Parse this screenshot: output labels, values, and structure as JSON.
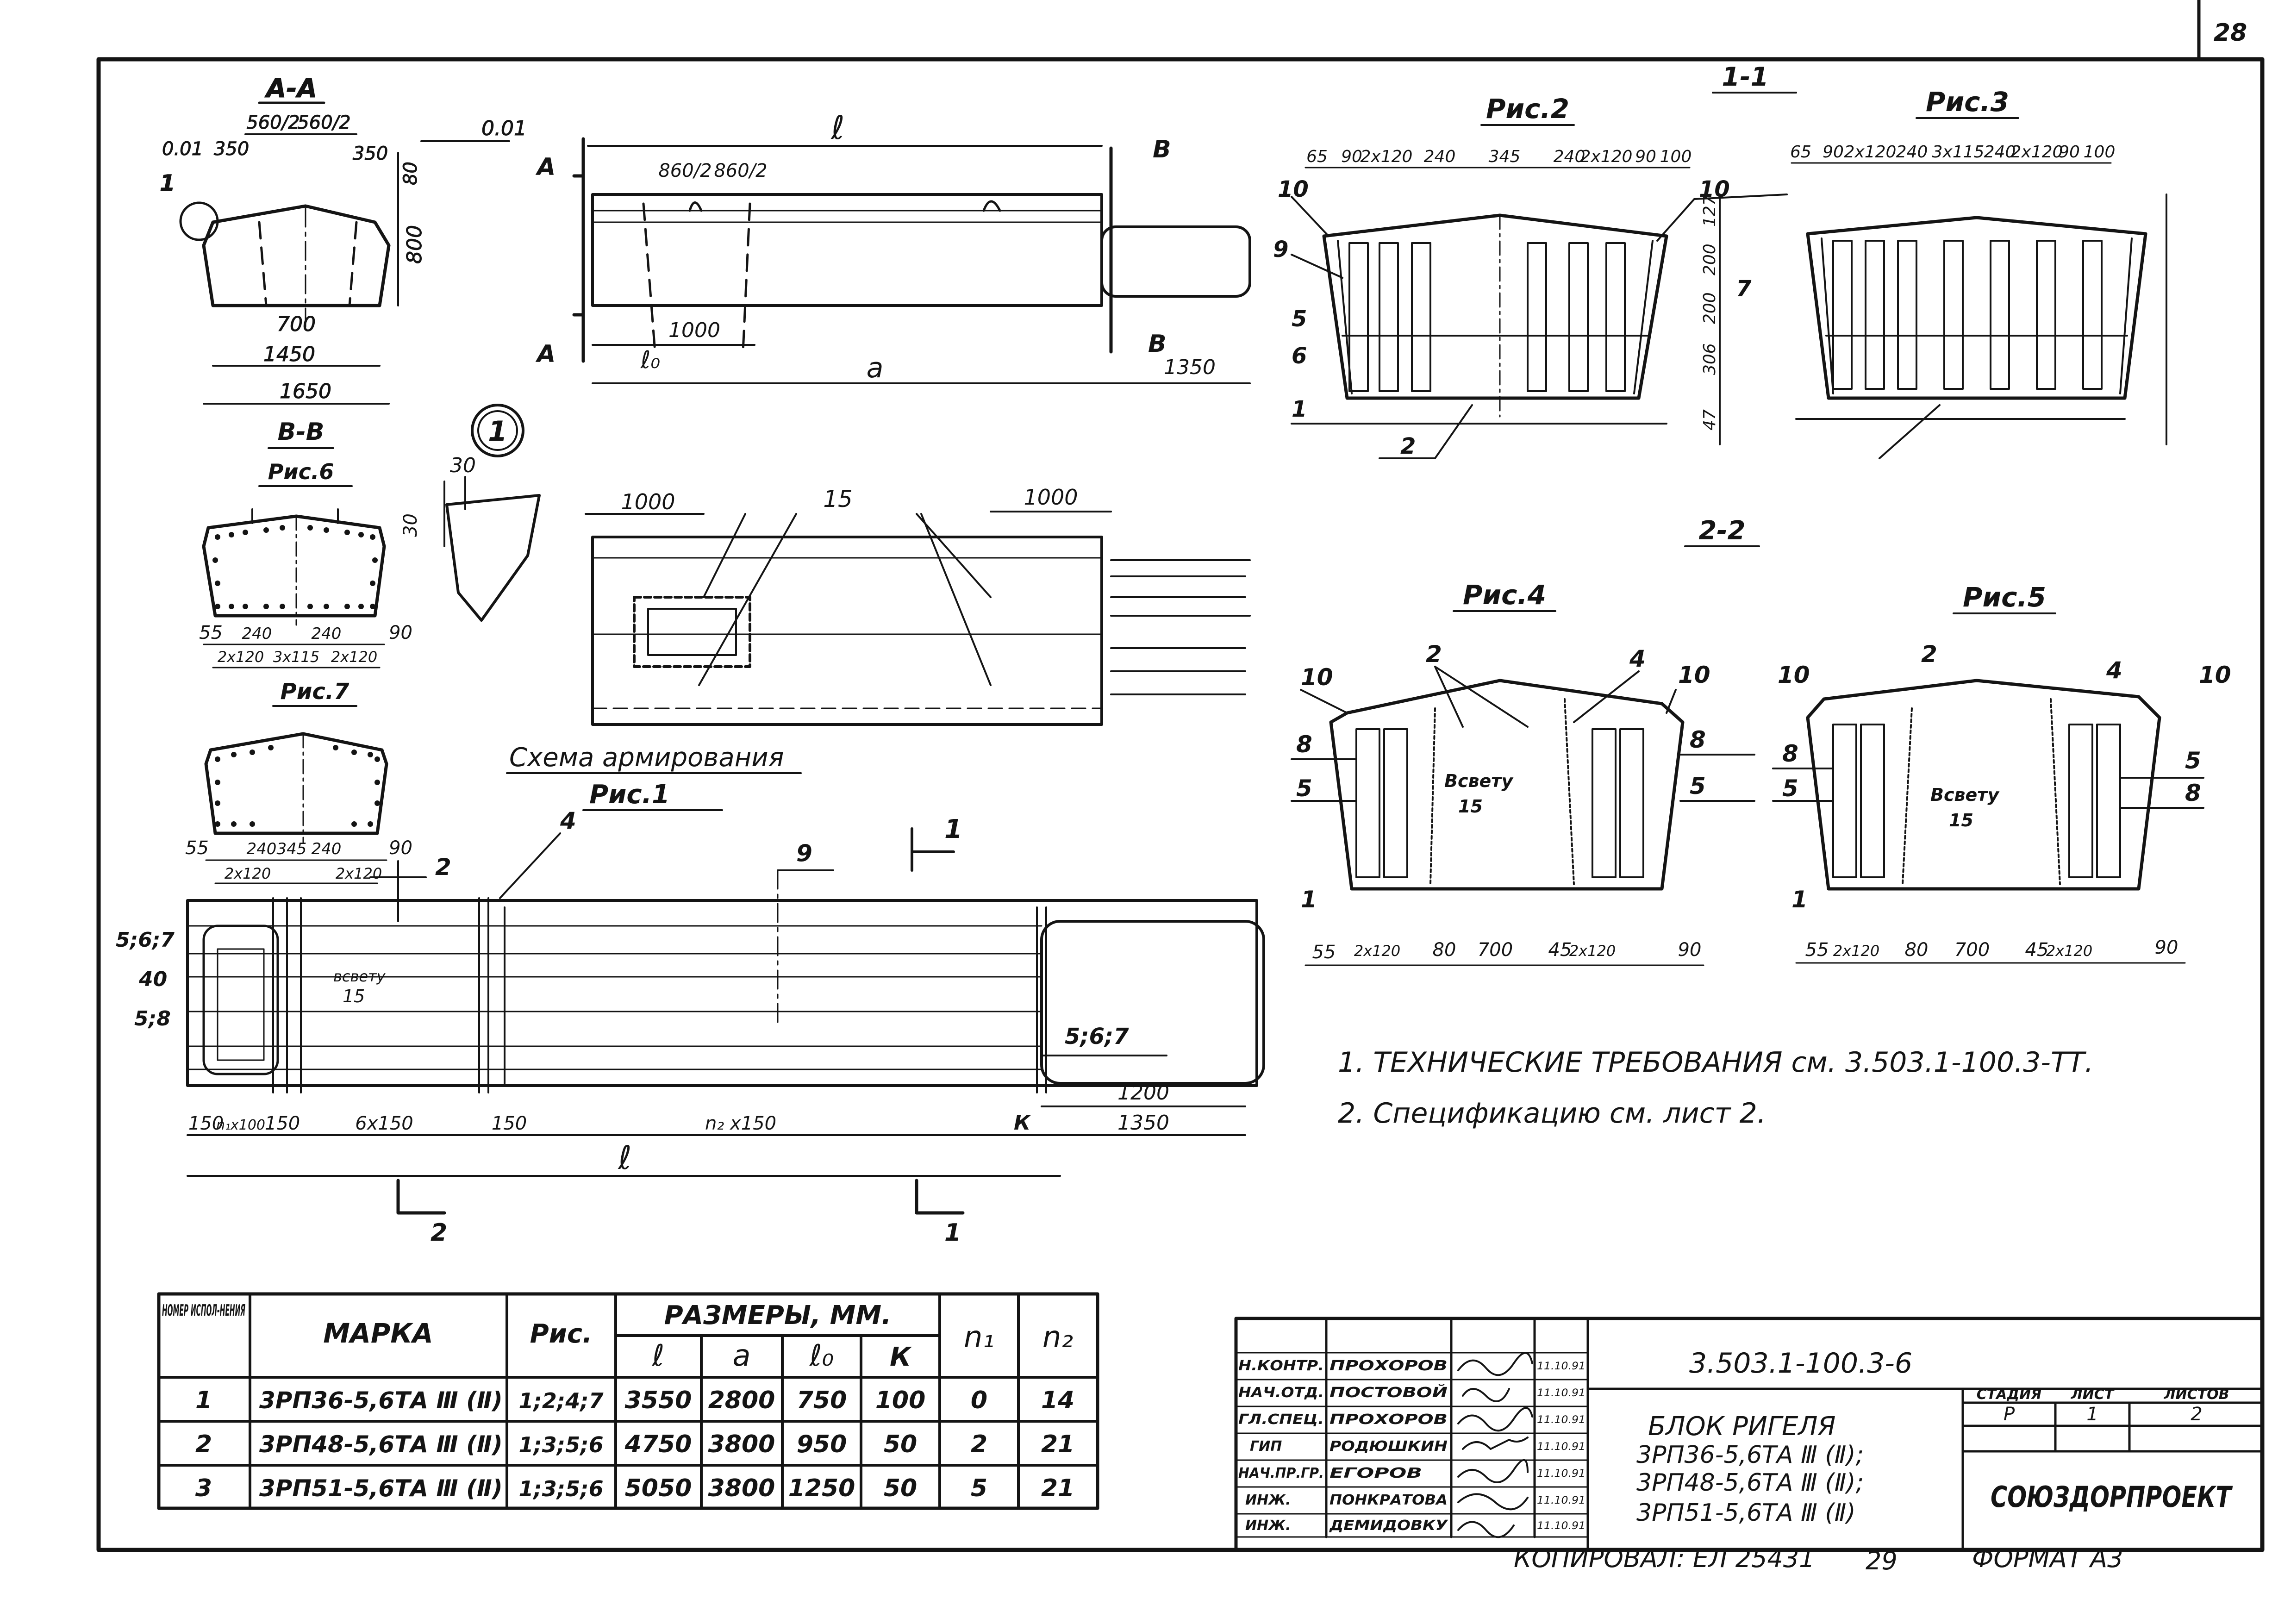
{
  "sheet": {
    "page_number": "28",
    "doc_code": "3.503.1-100.3-6",
    "copied_by": "КОПИРОВАЛ: ЕЛ 25431",
    "copied_num": "29",
    "format": "ФОРМАТ А3"
  },
  "views": {
    "aa": {
      "title": "А-А",
      "dims": [
        "560/2",
        "560/2",
        "0.01",
        "0.01",
        "350",
        "350",
        "80",
        "800",
        "700",
        "1450",
        "1650"
      ],
      "callout": "1"
    },
    "main": {
      "dims": [
        "ℓ",
        "860/2",
        "860/2",
        "1000",
        "ℓ₀",
        "a",
        "1350"
      ],
      "section_marks": [
        "А",
        "А",
        "В",
        "В"
      ]
    },
    "bb": {
      "title": "В-В",
      "fig": "Рис.6",
      "dims": [
        "55",
        "240",
        "240",
        "90",
        "2х120",
        "3х115",
        "2х120"
      ]
    },
    "fig7": {
      "fig": "Рис.7",
      "dims": [
        "55",
        "240",
        "345",
        "240",
        "90",
        "2х120",
        "2х120"
      ]
    },
    "detail1": {
      "mark": "1",
      "dims": [
        "30",
        "30"
      ]
    },
    "plan": {
      "dims": [
        "1000",
        "1000",
        "15"
      ]
    },
    "scheme": {
      "title": "Схема армирования",
      "fig": "Рис.1",
      "labels": [
        "4",
        "9",
        "1",
        "2",
        "5;6;7",
        "40",
        "5;8",
        "всвету",
        "15",
        "5;6;7",
        "1200",
        "1350",
        "К"
      ],
      "dims": [
        "150",
        "n₁х100",
        "150",
        "6х150",
        "150",
        "n₂ х150",
        "ℓ",
        "2",
        "1"
      ]
    },
    "sec11": {
      "title": "1-1",
      "fig2": "Рис.2",
      "fig3": "Рис.3",
      "fig2_dims": [
        "65",
        "90",
        "2х120",
        "240",
        "345",
        "240",
        "2х120",
        "90",
        "100"
      ],
      "fig3_dims": [
        "65",
        "90",
        "2х120",
        "240",
        "3х115",
        "240",
        "2х120",
        "90",
        "100"
      ],
      "side_dims": [
        "127",
        "200",
        "200",
        "306",
        "47"
      ],
      "labels": [
        "10",
        "9",
        "5",
        "6",
        "1",
        "2",
        "7",
        "10"
      ]
    },
    "sec22": {
      "title": "2-2",
      "fig4": "Рис.4",
      "fig5": "Рис.5",
      "labels": [
        "10",
        "2",
        "4",
        "10",
        "8",
        "5",
        "Всвету",
        "15",
        "1",
        "8",
        "5"
      ],
      "dims": [
        "55",
        "2х120",
        "80",
        "700",
        "45",
        "2х120",
        "90"
      ]
    }
  },
  "notes": [
    "1. ТЕХНИЧЕСКИЕ ТРЕБОВАНИЯ см. 3.503.1-100.3-ТТ.",
    "2. Спецификацию см. лист 2."
  ],
  "table": {
    "headers": {
      "num": "НОМЕР ИСПОЛ-НЕНИЯ",
      "mark": "МАРКА",
      "fig": "Рис.",
      "dims": "РАЗМЕРЫ, ММ.",
      "l": "ℓ",
      "a": "a",
      "l0": "ℓ₀",
      "k": "К",
      "n1": "n₁",
      "n2": "n₂"
    },
    "rows": [
      {
        "num": "1",
        "mark": "3РП36-5,6ТА Ⅲ (Ⅱ)",
        "fig": "1;2;4;7",
        "l": "3550",
        "a": "2800",
        "l0": "750",
        "k": "100",
        "n1": "0",
        "n2": "14"
      },
      {
        "num": "2",
        "mark": "3РП48-5,6ТА Ⅲ (Ⅱ)",
        "fig": "1;3;5;6",
        "l": "4750",
        "a": "3800",
        "l0": "950",
        "k": "50",
        "n1": "2",
        "n2": "21"
      },
      {
        "num": "3",
        "mark": "3РП51-5,6ТА Ⅲ (Ⅱ)",
        "fig": "1;3;5;6",
        "l": "5050",
        "a": "3800",
        "l0": "1250",
        "k": "50",
        "n1": "5",
        "n2": "21"
      }
    ]
  },
  "stamp": {
    "people": [
      {
        "role": "Н.КОНТР.",
        "name": "ПРОХОРОВ",
        "date": "11.10.91"
      },
      {
        "role": "НАЧ.ОТД.",
        "name": "ПОСТОВОЙ",
        "date": "11.10.91"
      },
      {
        "role": "ГЛ.СПЕЦ.",
        "name": "ПРОХОРОВ",
        "date": "11.10.91"
      },
      {
        "role": "ГИП",
        "name": "РОДЮШКИН",
        "date": "11.10.91"
      },
      {
        "role": "НАЧ.ПР.ГР.",
        "name": "ЕГОРОВ",
        "date": "11.10.91"
      },
      {
        "role": "ИНЖ.",
        "name": "ПОНКРАТОВА",
        "date": "11.10.91"
      },
      {
        "role": "ИНЖ.",
        "name": "ДЕМИДОВКУ",
        "date": "11.10.91"
      }
    ],
    "title": "БЛОК РИГЕЛЯ",
    "marks": [
      "3РП36-5,6ТА Ⅲ (Ⅱ);",
      "3РП48-5,6ТА Ⅲ (Ⅱ);",
      "3РП51-5,6ТА Ⅲ (Ⅱ)"
    ],
    "stage_label": "СТАДИЯ",
    "sheet_label": "ЛИСТ",
    "sheets_label": "ЛИСТОВ",
    "stage": "Р",
    "sheet": "1",
    "sheets": "2",
    "org": "СОЮЗДОРПРОЕКТ"
  }
}
